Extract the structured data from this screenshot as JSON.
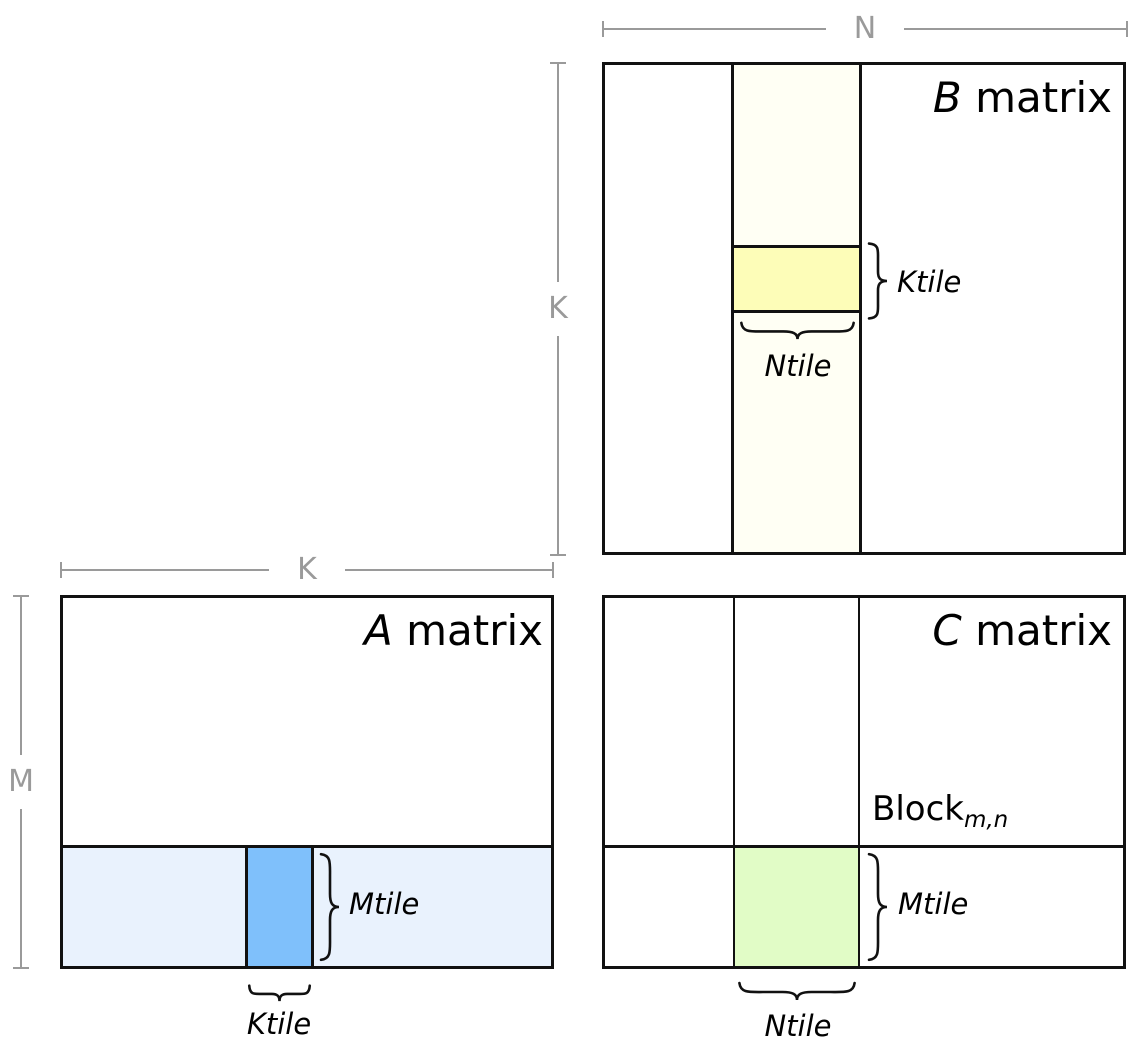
{
  "colors": {
    "outline": "#111111",
    "dim_gray": "#9a9a9a",
    "ivory_strip": "#fffff4",
    "yellow_tile": "#fdfdb8",
    "blue_strip": "#e9f2fd",
    "blue_tile": "#7fc0fb",
    "green_tile": "#e1fcc6",
    "background": "#ffffff"
  },
  "b_matrix": {
    "letter": "B",
    "word": "matrix",
    "dim_top": "N",
    "dim_left": "K",
    "tile_label": "Ktile",
    "strip_label": "Ntile"
  },
  "a_matrix": {
    "letter": "A",
    "word": "matrix",
    "dim_top": "K",
    "dim_left": "M",
    "tile_label": "Mtile",
    "strip_label": "Ktile"
  },
  "c_matrix": {
    "letter": "C",
    "word": "matrix",
    "block_word": "Block",
    "block_sub": "m,n",
    "tile_label": "Mtile",
    "strip_label": "Ntile"
  }
}
